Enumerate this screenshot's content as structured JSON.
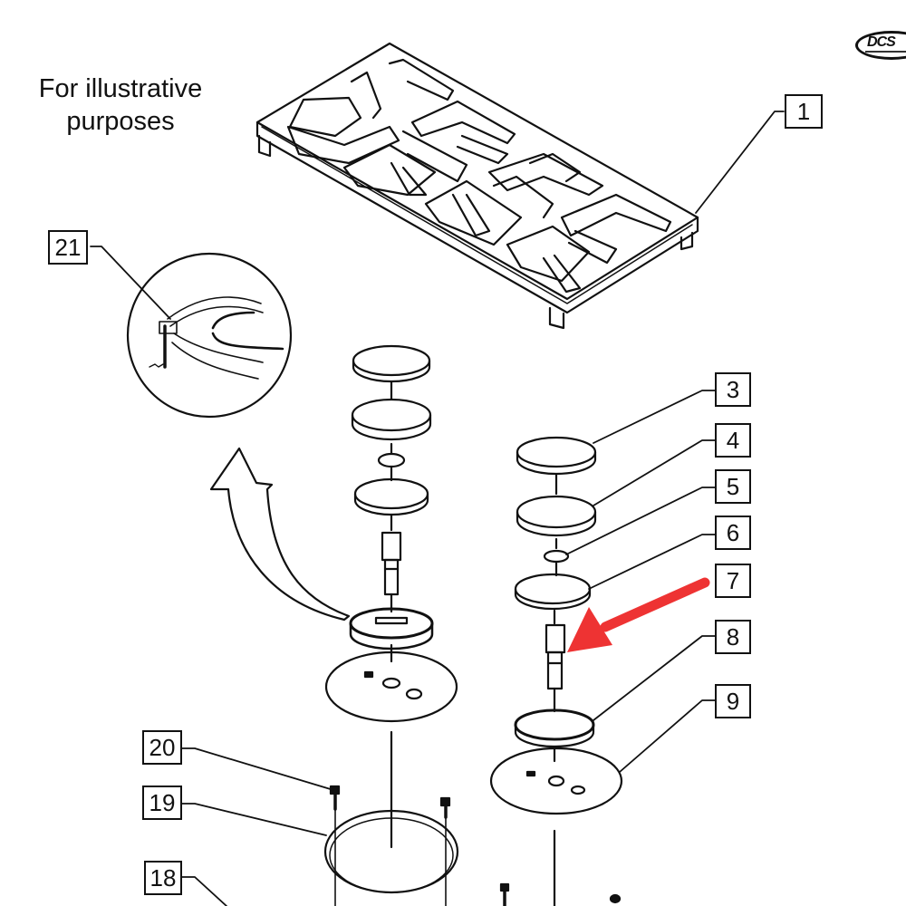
{
  "caption": {
    "line1": "For illustrative",
    "line2": "purposes"
  },
  "logo": {
    "text": "DCS"
  },
  "callouts": [
    {
      "id": "1",
      "label": "1"
    },
    {
      "id": "3",
      "label": "3"
    },
    {
      "id": "4",
      "label": "4"
    },
    {
      "id": "5",
      "label": "5"
    },
    {
      "id": "6",
      "label": "6"
    },
    {
      "id": "7",
      "label": "7"
    },
    {
      "id": "8",
      "label": "8"
    },
    {
      "id": "9",
      "label": "9"
    },
    {
      "id": "18",
      "label": "18"
    },
    {
      "id": "19",
      "label": "19"
    },
    {
      "id": "20",
      "label": "20"
    },
    {
      "id": "21",
      "label": "21"
    }
  ],
  "highlight": {
    "part": "7",
    "arrow_color": "#ee3333"
  },
  "colors": {
    "line": "#111111",
    "background": "#ffffff"
  }
}
